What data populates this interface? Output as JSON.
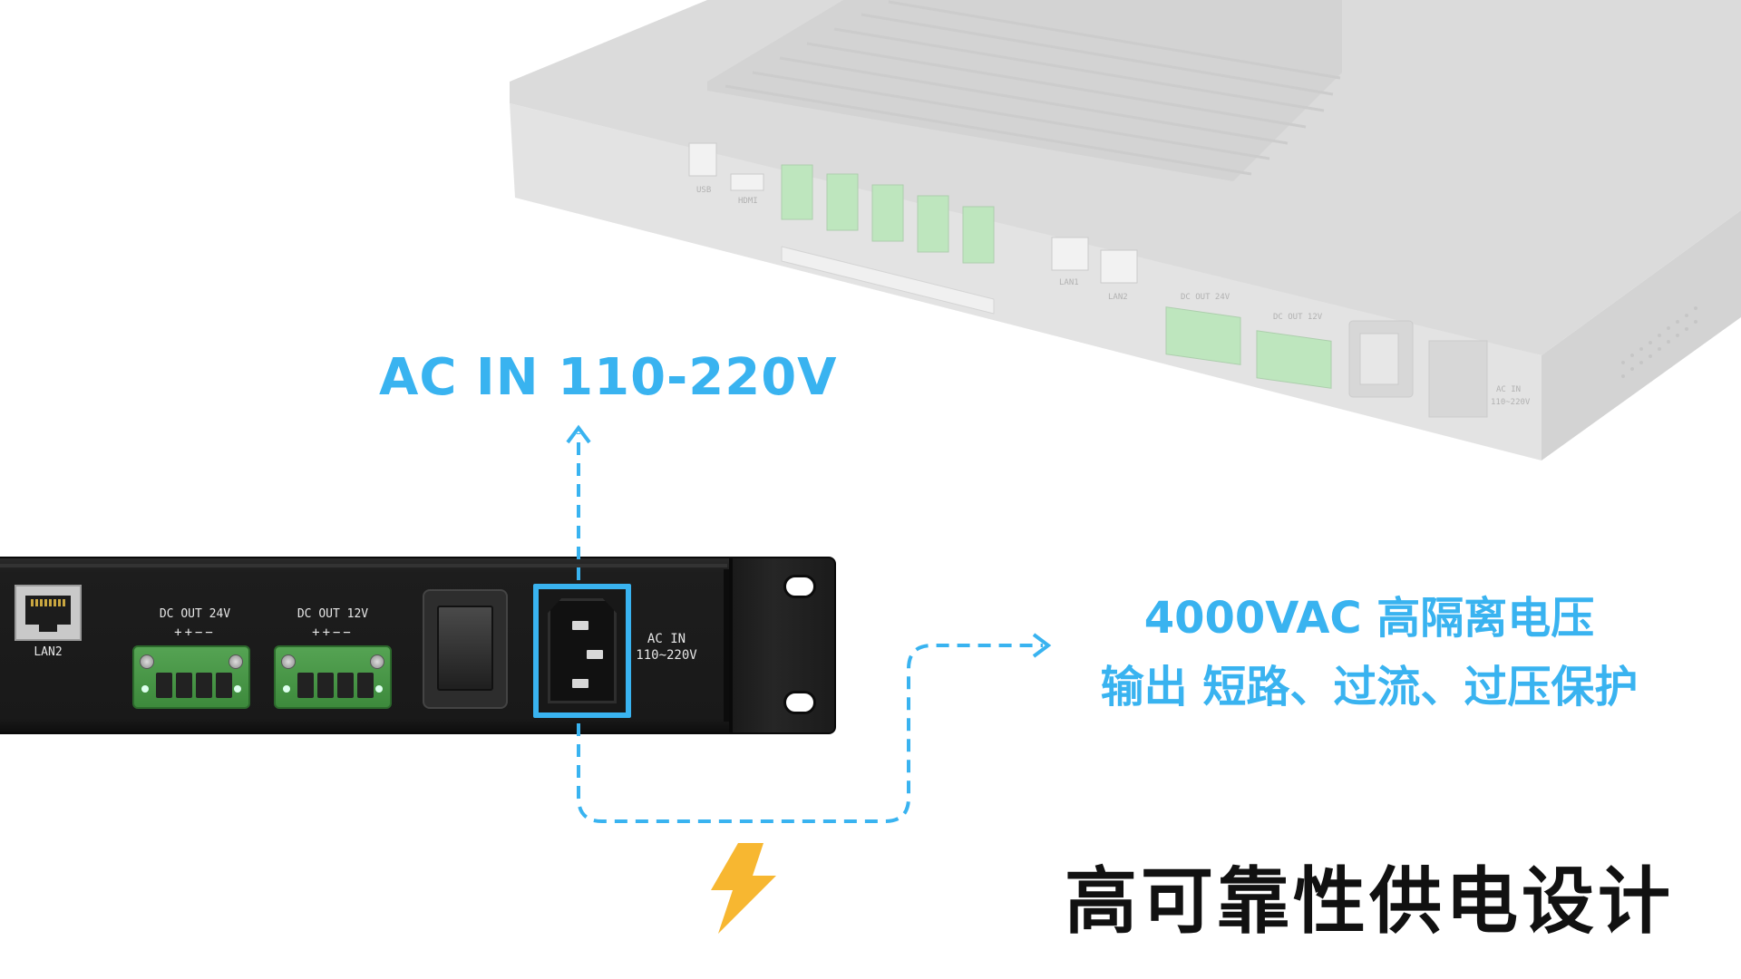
{
  "annotations": {
    "ac_in_title": "AC IN 110-220V",
    "isolation": "4000VAC 高隔离电压",
    "protection": "输出 短路、过流、过压保护",
    "headline": "高可靠性供电设计"
  },
  "panel": {
    "lan2_label": "LAN2",
    "dc_out_24": "DC OUT 24V",
    "dc_out_12": "DC OUT 12V",
    "polarity": "++−−",
    "ac_label_line1": "AC IN",
    "ac_label_line2": "110~220V"
  },
  "background_device": {
    "usb_label": "USB",
    "hdmi_label": "HDMI",
    "lan1_label": "LAN1",
    "lan2_label": "LAN2",
    "dc_out_24": "DC OUT 24V",
    "dc_out_12": "DC OUT 12V",
    "ac_label_line1": "AC IN",
    "ac_label_line2": "110~220V"
  },
  "colors": {
    "accent_blue": "#39b3f0",
    "lightning_yellow": "#f7b731",
    "headline": "#111111",
    "terminal_green": "#3d8a3c"
  },
  "icons": {
    "lightning": "lightning-bolt-icon"
  }
}
